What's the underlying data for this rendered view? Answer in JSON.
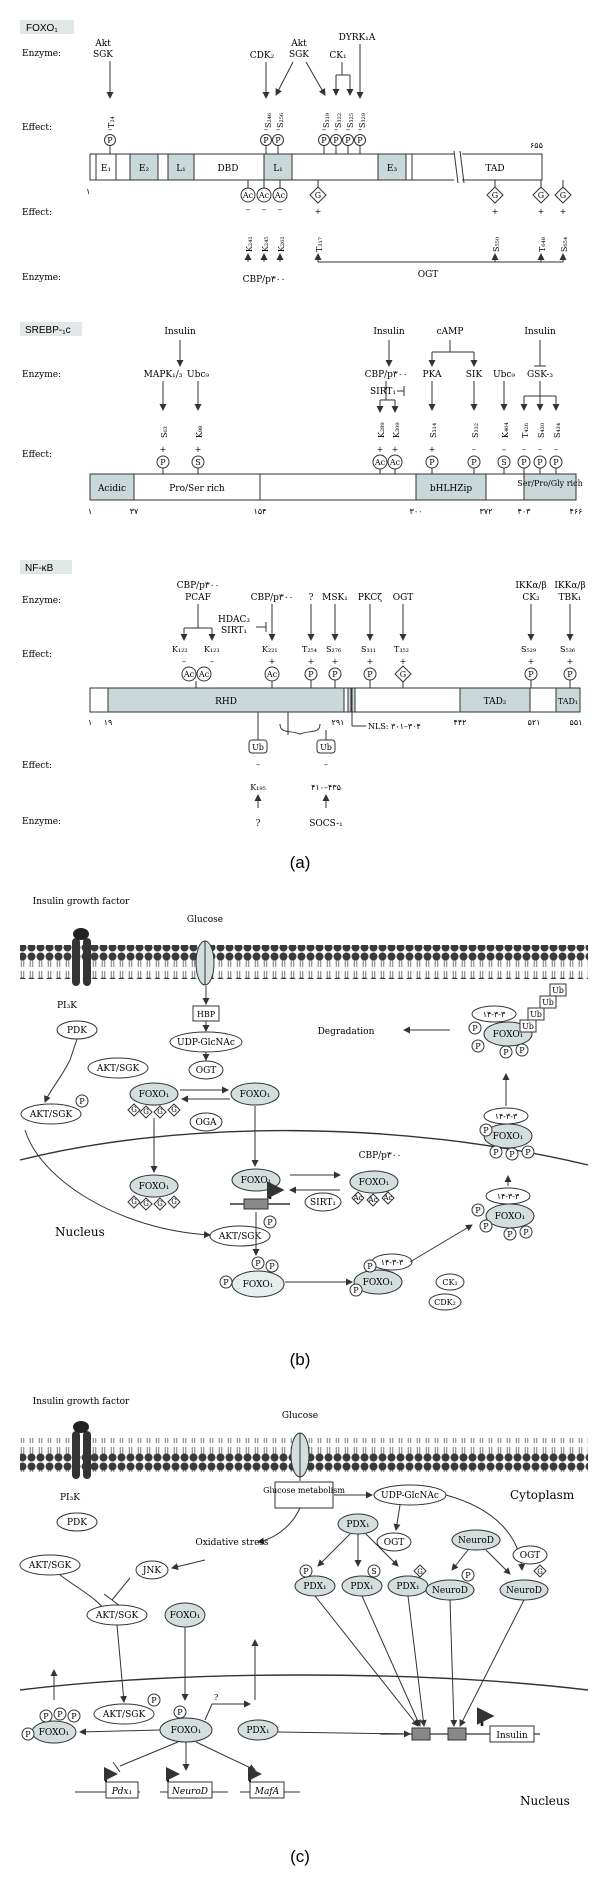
{
  "panel_a": {
    "caption": "(a)",
    "foxo1": {
      "name": "FOXO₁",
      "enzyme_label": "Enzyme:",
      "effect_label": "Effect:",
      "enzymes_top": [
        "Akt",
        "SGK",
        "CDK₂",
        "Akt",
        "SGK",
        "CK₁",
        "DYRK₁A"
      ],
      "sites_top": [
        "T₂₄",
        "S₂₄₆",
        "S₂₅₆",
        "S₃₁₉",
        "S₃₂₂",
        "S₃₂₅",
        "S₃₂₉"
      ],
      "domains": [
        "E₁",
        "E₂",
        "L₁",
        "DBD",
        "L₁",
        "E₃",
        "TAD"
      ],
      "start": "۱",
      "end": "۶۵۵",
      "sites_bottom": [
        "K₂₄₂",
        "K₂₄₅",
        "K₂₆₂",
        "T₃₁₇",
        "S₅₅₀",
        "T₆₄₈",
        "S₆₅₄"
      ],
      "enzymes_bottom": [
        "CBP/p۳۰۰",
        "OGT"
      ]
    },
    "srebp": {
      "name": "SREBP-₁c",
      "enzyme_label": "Enzyme:",
      "effect_label": "Effect:",
      "enzymes": [
        "Insulin",
        "MAPK₁/₃",
        "Ubc₉",
        "Insulin",
        "cAMP",
        "CBP/p۳۰۰",
        "SIRT₁",
        "PKA",
        "SIK",
        "Ubc₉",
        "Insulin",
        "GSK-₃"
      ],
      "sites": [
        "S₆₃",
        "K₉₈",
        "K₂₈₉",
        "K₃₀₉",
        "S₃₁₄",
        "S₃₃₂",
        "K₄₆₄",
        "T₄₂₆",
        "S₄₃₀",
        "S₄₃₄"
      ],
      "domains": [
        "Acidic",
        "Pro/Ser rich",
        "bHLHZip",
        "Ser/Pro/Gly rich"
      ],
      "positions": [
        "۱",
        "۳۷",
        "۱۵۴",
        "۳۰۰",
        "۳۷۲",
        "۴۰۳",
        "۴۶۶"
      ]
    },
    "nfkb": {
      "name": "NF-κB",
      "enzyme_label": "Enzyme:",
      "effect_label": "Effect:",
      "enzymes": [
        "CBP/p۳۰۰",
        "PCAF",
        "CBP/p۳۰۰",
        "HDAC₃",
        "SIRT₁",
        "?",
        "MSK₁",
        "PKCζ",
        "OGT",
        "IKKα/β",
        "CK₂",
        "IKKα/β",
        "TBK₁"
      ],
      "sites": [
        "K₁₂₂",
        "K₁₂₃",
        "K₂₂₁",
        "T₂₅₄",
        "S₂₇₆",
        "S₃₁₁",
        "T₃₅₂",
        "S₅₂₉",
        "S₅₃₆"
      ],
      "domains": [
        "RHD",
        "TAD₂",
        "TAD₁"
      ],
      "positions": [
        "۱",
        "۱۹",
        "۲۹۱",
        "۴۴۲",
        "۵۲۱",
        "۵۵۱"
      ],
      "nls": "NLS: ۳۰۱–۳۰۴",
      "bottom_sites": [
        "K₁₉₅",
        "۴۱۰–۴۳۵"
      ],
      "bottom_enzymes": [
        "?",
        "SOCS-₁"
      ]
    }
  },
  "panel_b": {
    "caption": "(b)",
    "labels": {
      "igf": "Insulin growth factor",
      "glucose": "Glucose",
      "pi3k": "PI₃K",
      "pdk": "PDK",
      "hbp": "HBP",
      "udp": "UDP-GlcNAc",
      "ogt": "OGT",
      "oga": "OGA",
      "akt": "AKT/SGK",
      "foxo": "FOXO₁",
      "cbp": "CBP/p۳۰۰",
      "sirt": "SIRT₁",
      "ck1": "CK₁",
      "cdk2": "CDK₂",
      "degradation": "Degradation",
      "nucleus": "Nucleus",
      "p1433": "۱۴-۳-۳",
      "ub": "Ub",
      "p": "P",
      "g": "G",
      "ac": "Ac"
    }
  },
  "panel_c": {
    "caption": "(c)",
    "labels": {
      "igf": "Insulin growth factor",
      "glucose": "Glucose",
      "pi3k": "PI₃K",
      "pdk": "PDK",
      "glucose_metabolism": "Glucose metabolism",
      "udp": "UDP-GlcNAc",
      "cytoplasm": "Cytoplasm",
      "akt": "AKT/SGK",
      "jnk": "JNK",
      "oxidative": "Oxidative stress",
      "foxo": "FOXO₁",
      "pdx": "PDX₁",
      "ogt": "OGT",
      "neurod": "NeuroD",
      "insulin": "Insulin",
      "nucleus": "Nucleus",
      "gene_pdx": "Pdx₁",
      "gene_neurod": "NeuroD",
      "gene_mafa": "MafA",
      "q": "?",
      "p": "P",
      "s": "S",
      "g": "G"
    }
  },
  "colors": {
    "domain_fill": "#c9d9d9",
    "node_fill": "#d4dede",
    "membrane_dark": "#333333",
    "header_fill": "#e2e8e8"
  }
}
